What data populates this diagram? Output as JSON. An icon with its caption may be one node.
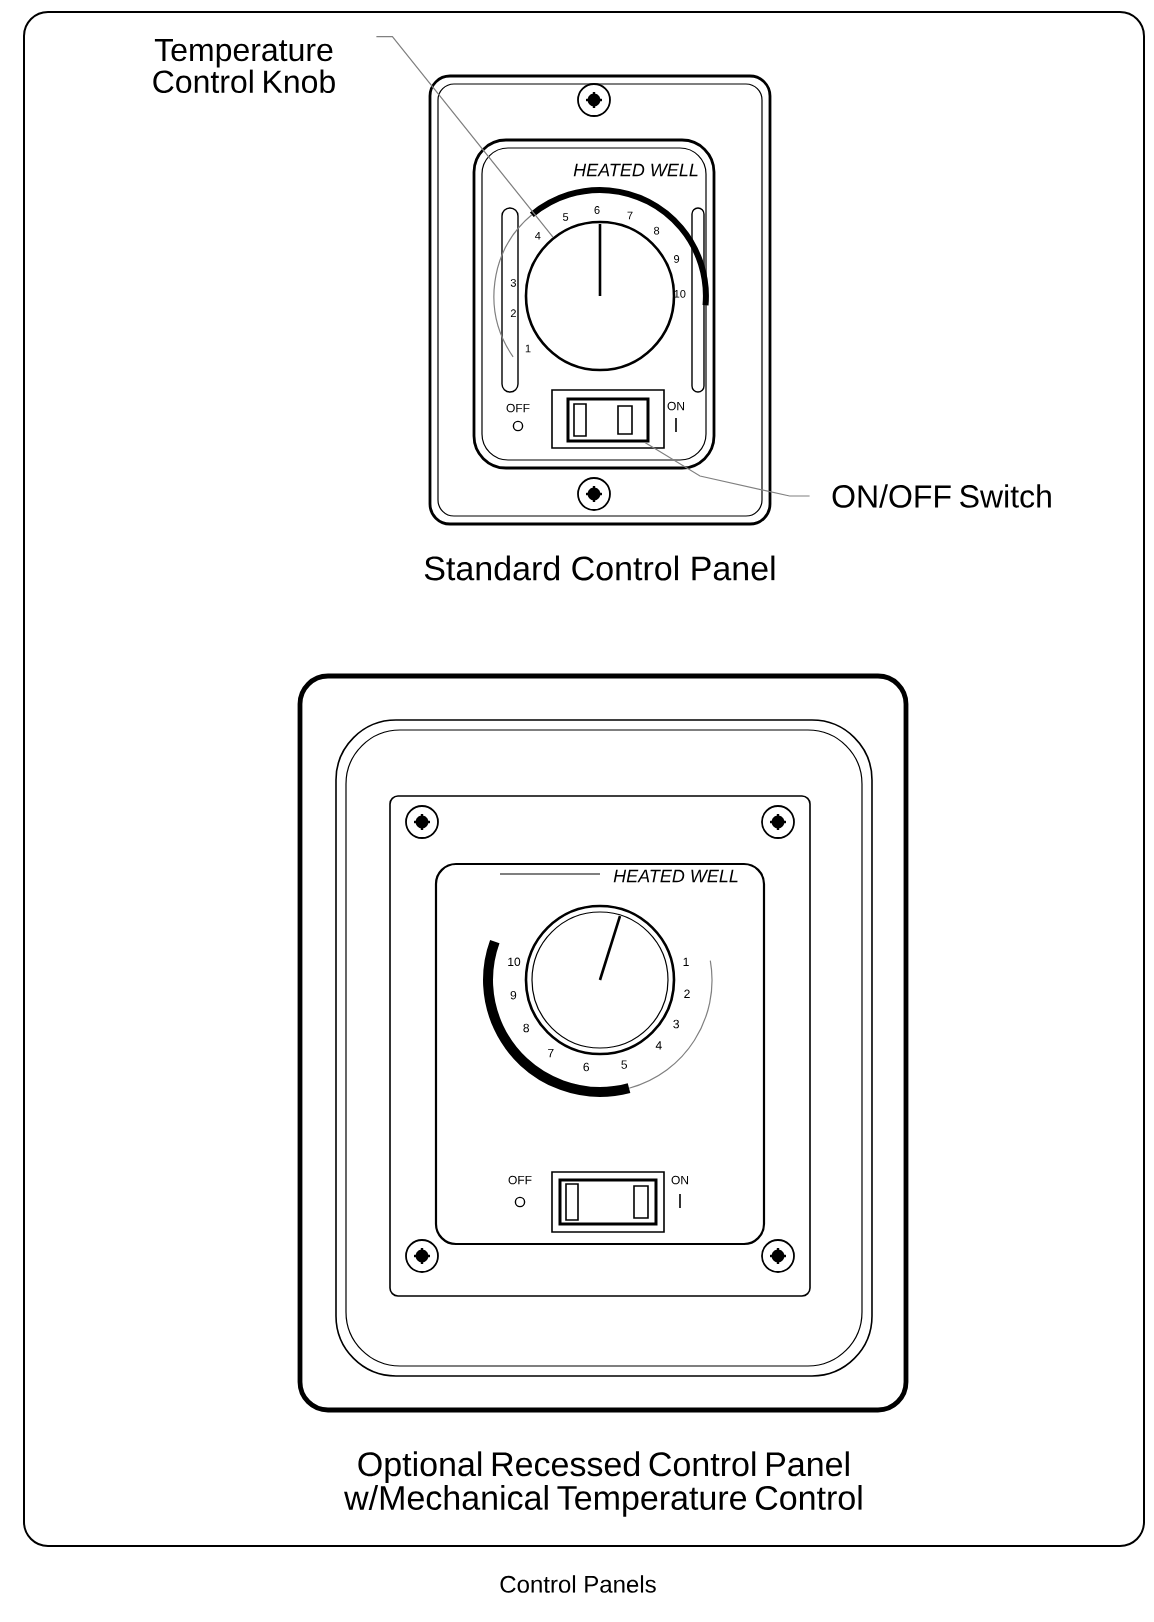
{
  "diagram": {
    "caption": "Control Panels",
    "nodes": [
      {
        "text": [
          "Temperature Control Knob"
        ]
      },
      {
        "text": [],
        "shape": "circle"
      },
      {
        "text": [
          "ON/OFF Switch"
        ]
      },
      {
        "text": [],
        "shape": "box"
      }
    ],
    "edges": [
      {
        "from": 0,
        "to": 1,
        "arrow": "none"
      },
      {
        "from": 2,
        "to": 3,
        "arrow": "none"
      }
    ],
    "labels": [
      "HEATED WELL",
      "1",
      "2",
      "3",
      "4",
      "5",
      "6",
      "7",
      "8",
      "9",
      "10",
      "OFF",
      "ON",
      "Standard Control Panel",
      "HEATED WELL",
      "1",
      "2",
      "3",
      "4",
      "5",
      "6",
      "7",
      "8",
      "9",
      "10",
      "OFF",
      "ON",
      "Optional Recessed Control Panel w/Mechanical Temperature Control"
    ]
  }
}
